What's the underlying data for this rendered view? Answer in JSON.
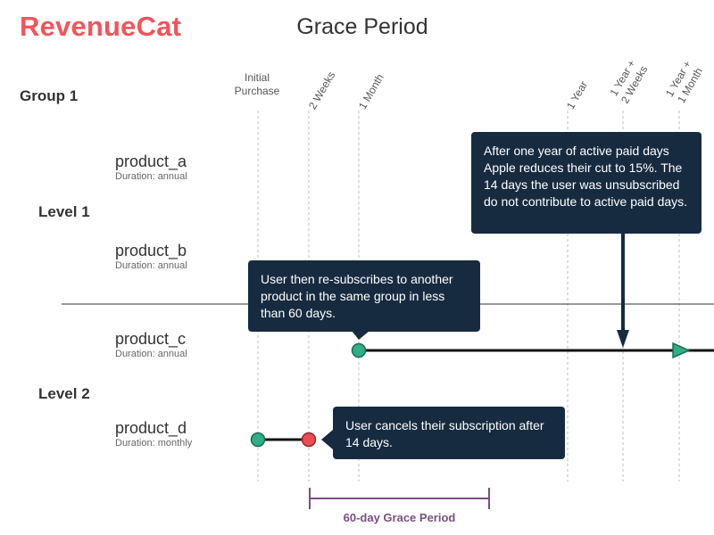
{
  "header": {
    "logo_text": "RevenueCat",
    "title": "Grace Period"
  },
  "group_label": "Group 1",
  "levels": [
    {
      "label": "Level 1"
    },
    {
      "label": "Level 2"
    }
  ],
  "products": [
    {
      "name": "product_a",
      "duration": "Duration: annual"
    },
    {
      "name": "product_b",
      "duration": "Duration: annual"
    },
    {
      "name": "product_c",
      "duration": "Duration: annual"
    },
    {
      "name": "product_d",
      "duration": "Duration: monthly"
    }
  ],
  "timeline_ticks": [
    {
      "line1": "Initial",
      "line2": "Purchase"
    },
    {
      "line1": "2 Weeks",
      "line2": ""
    },
    {
      "line1": "1 Month",
      "line2": ""
    },
    {
      "line1": "1 Year",
      "line2": ""
    },
    {
      "line1": "1 Year +",
      "line2": "2 Weeks"
    },
    {
      "line1": "1 Year +",
      "line2": "1 Month"
    }
  ],
  "callouts": {
    "resubscribe": "User then re-subscribes to another product in the same group in less than 60 days.",
    "one_year": "After one year of active paid days Apple reduces their cut to 15%. The 14 days the user was unsubscribed do not contribute to active paid days.",
    "cancel": "User cancels their subscription after 14 days."
  },
  "grace_period_label": "60-day Grace Period",
  "colors": {
    "brand": "#f2545b",
    "callout_bg": "#172b40",
    "active_dot": "#2fae87",
    "cancel_dot": "#ec4c53",
    "grace_bracket": "#7a4e7f"
  }
}
